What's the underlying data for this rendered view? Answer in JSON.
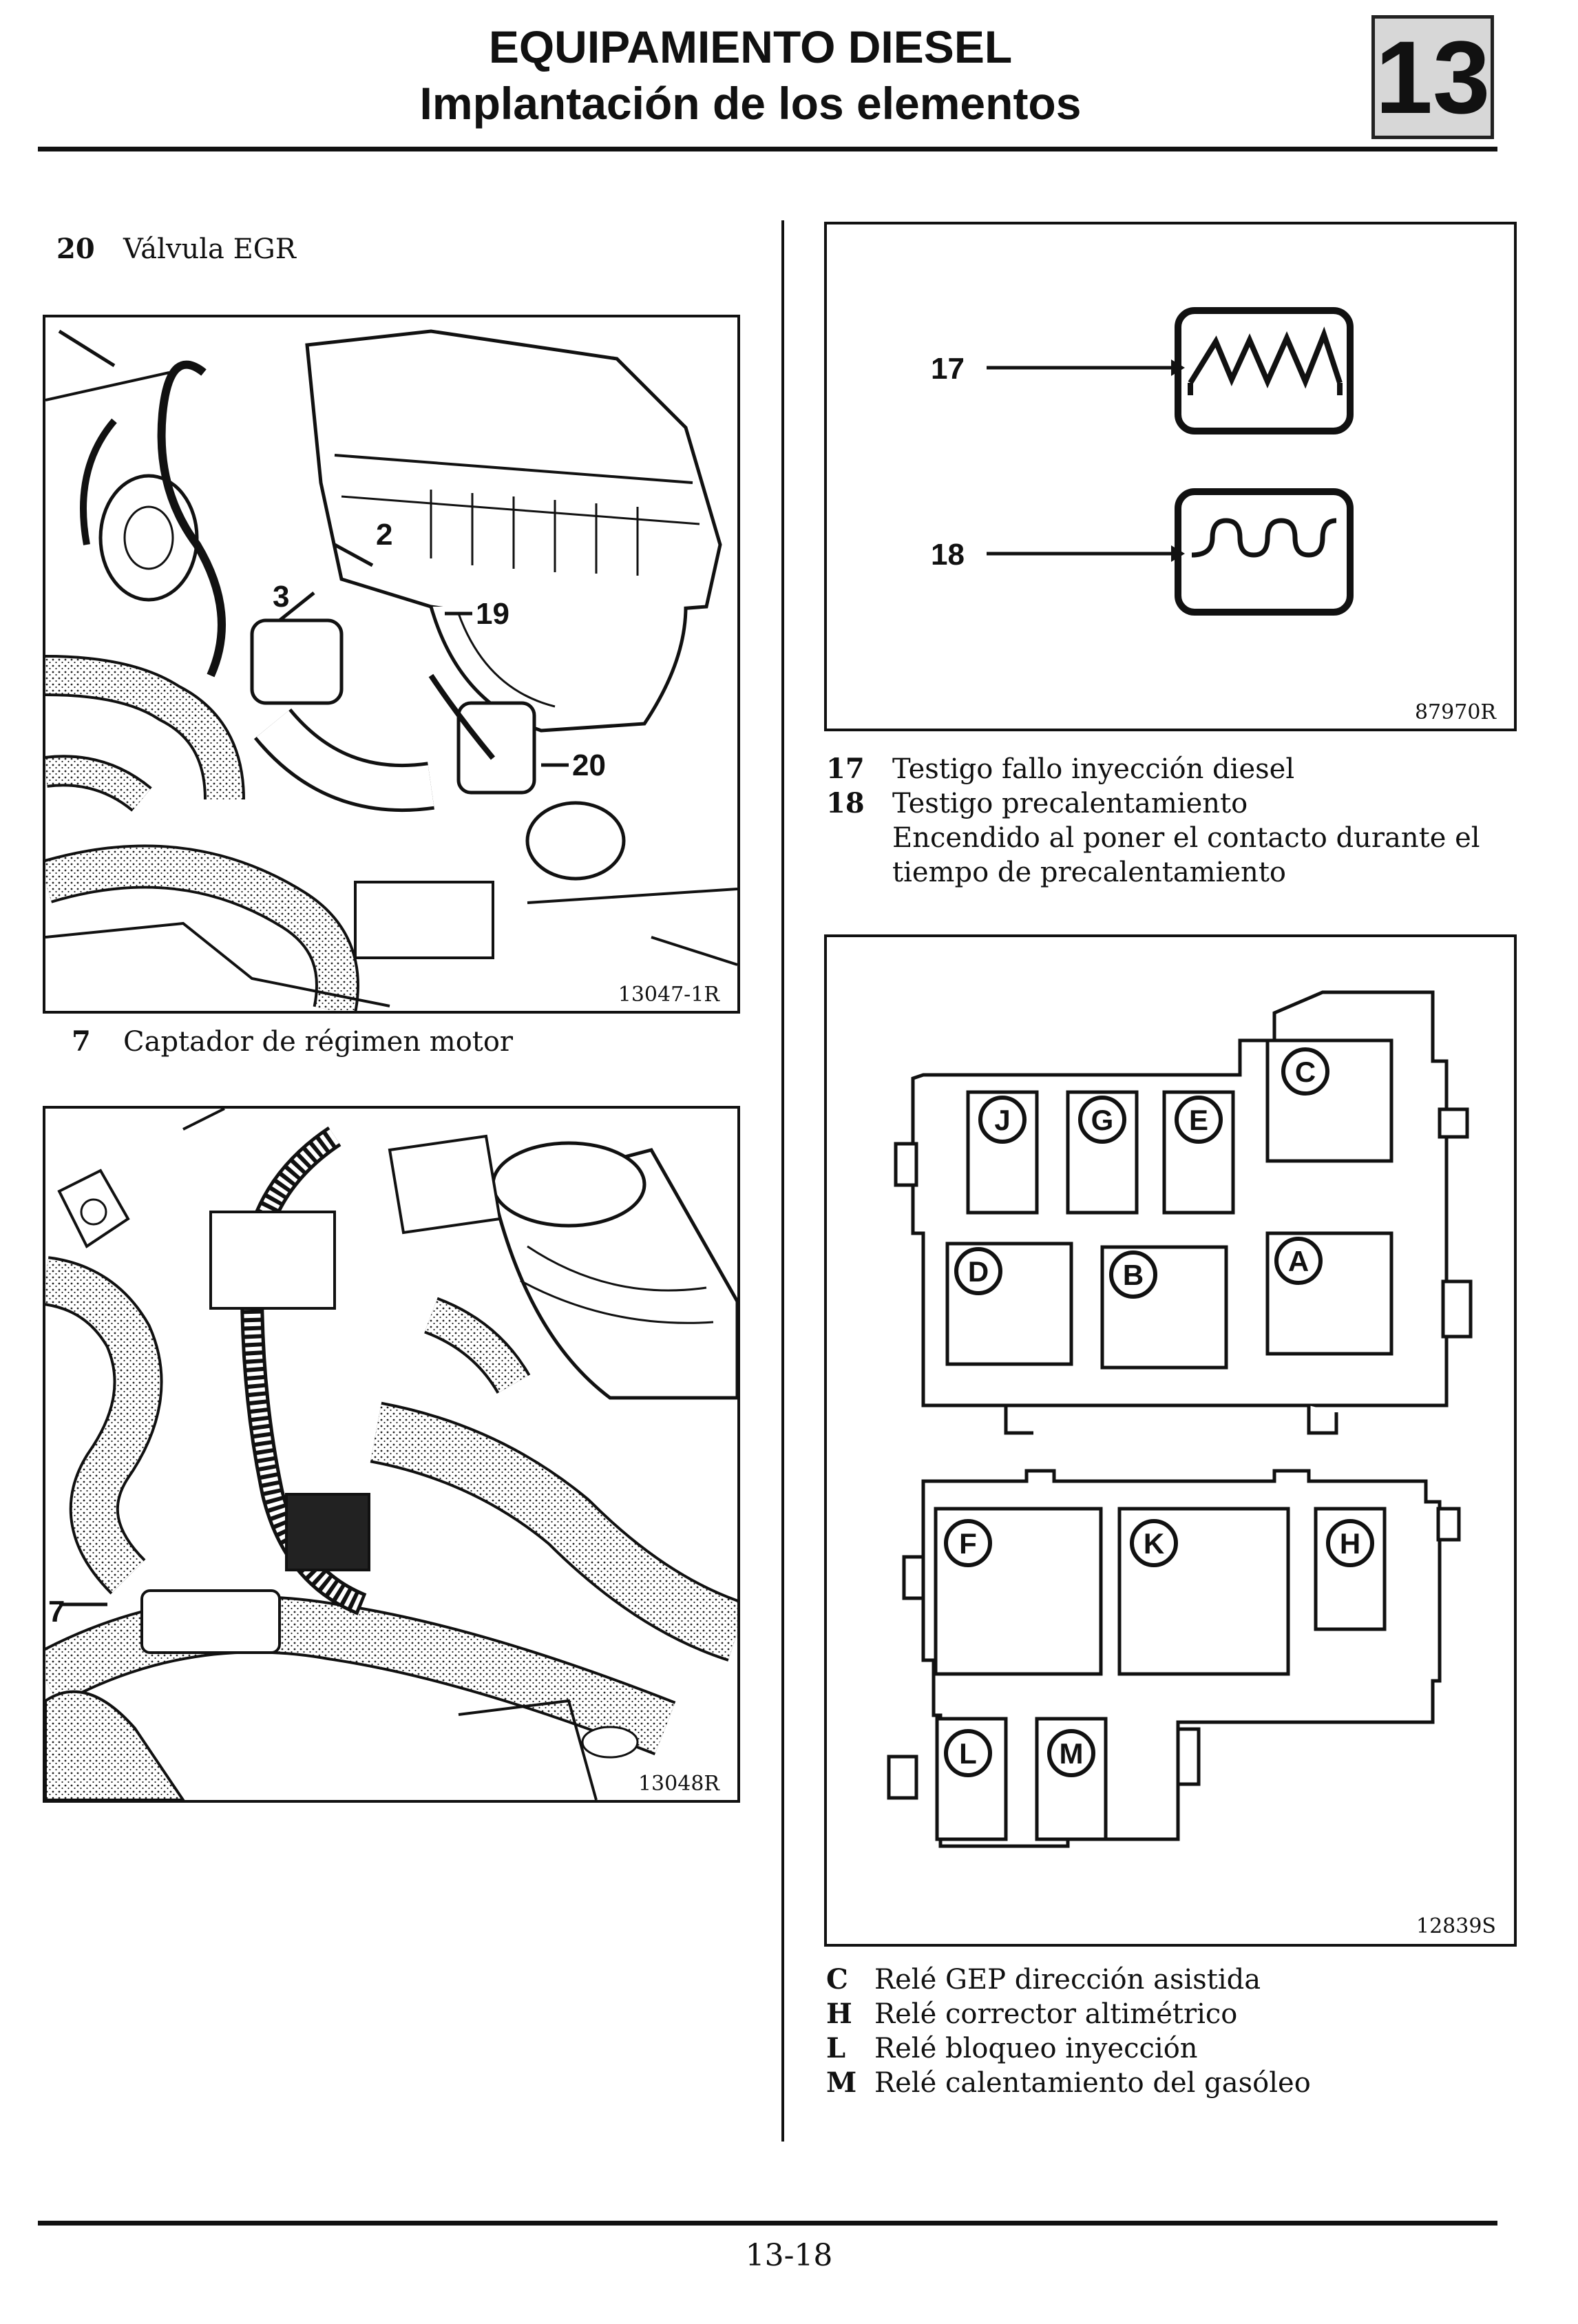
{
  "header": {
    "title_line1": "EQUIPAMIENTO DIESEL",
    "title_line2": "Implantación de los elementos",
    "chapter_number": "13"
  },
  "left_column": {
    "section1": {
      "number": "20",
      "label": "Válvula EGR"
    },
    "figure1": {
      "reference": "13047-1R",
      "callouts": [
        "2",
        "3",
        "19",
        "20"
      ]
    },
    "section2": {
      "number": "7",
      "label": "Captador de régimen motor"
    },
    "figure2": {
      "reference": "13048R",
      "callouts": [
        "7"
      ]
    }
  },
  "right_column": {
    "figure3": {
      "reference": "87970R",
      "callouts": [
        "17",
        "18"
      ]
    },
    "legend1": [
      {
        "key": "17",
        "text": "Testigo fallo inyección diesel"
      },
      {
        "key": "18",
        "text": "Testigo precalentamiento"
      },
      {
        "key": "",
        "text": "Encendido al poner el contacto durante el"
      },
      {
        "key": "",
        "text": "tiempo de precalentamiento"
      }
    ],
    "figure4": {
      "reference": "12839S",
      "relays": [
        "J",
        "G",
        "E",
        "C",
        "D",
        "B",
        "A",
        "F",
        "K",
        "H",
        "L",
        "M"
      ]
    },
    "legend2": [
      {
        "key": "C",
        "text": "Relé GEP dirección asistida"
      },
      {
        "key": "H",
        "text": "Relé corrector altimétrico"
      },
      {
        "key": "L",
        "text": "Relé bloqueo inyección"
      },
      {
        "key": "M",
        "text": "Relé calentamiento del gasóleo"
      }
    ]
  },
  "footer": {
    "page_number": "13-18"
  }
}
